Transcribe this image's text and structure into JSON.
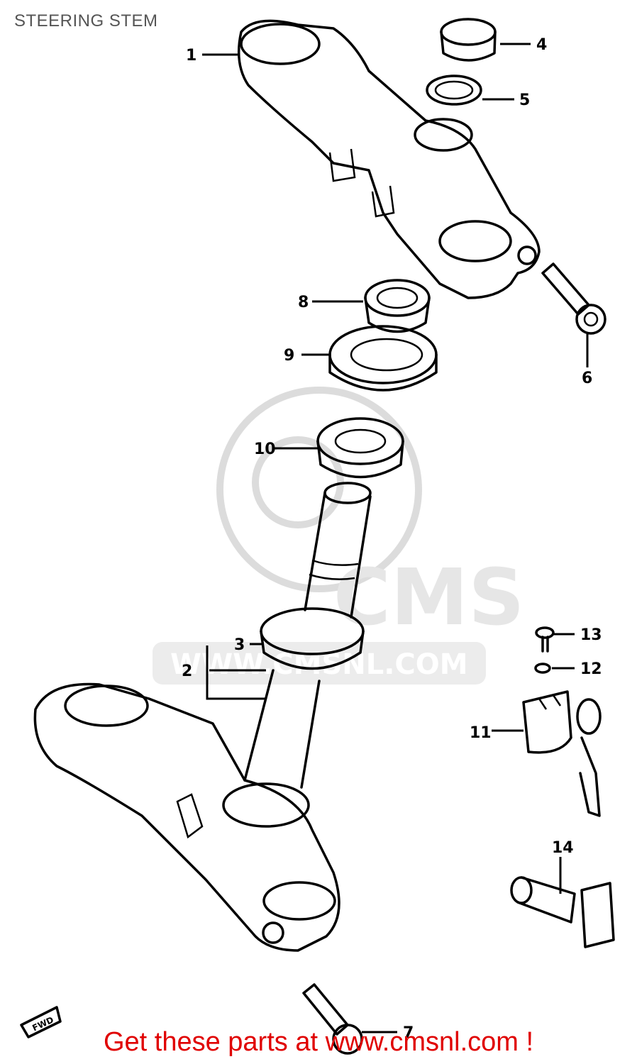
{
  "title": "STEERING STEM",
  "footer": "Get these parts at www.cmsnl.com !",
  "watermark": {
    "brand": "CMS",
    "url": "WWW.CMSNL.COM",
    "color": "#dcdcdc"
  },
  "callouts": [
    "1",
    "2",
    "3",
    "4",
    "5",
    "6",
    "7",
    "8",
    "9",
    "10",
    "11",
    "12",
    "13",
    "14"
  ],
  "fwd_label": "FWD",
  "colors": {
    "lines": "#000000",
    "footer": "#e00000",
    "title": "#555555"
  }
}
